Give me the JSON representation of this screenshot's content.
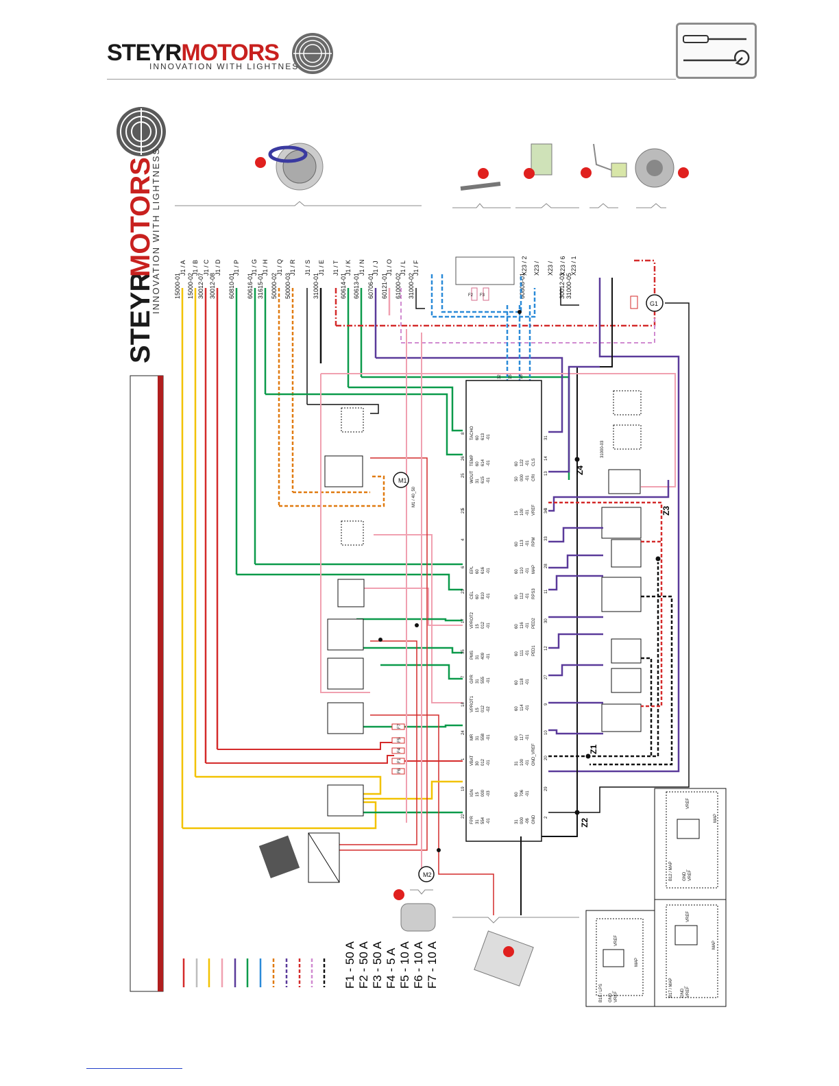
{
  "header": {
    "brand_word1": "STEYR",
    "brand_word2": "MOTORS",
    "tagline": "INNOVATION WITH LIGHTNESS"
  },
  "side_logo": {
    "word1": "STEYR",
    "word2": "MOTORS",
    "tagline": "INNOVATION WITH LIGHTNESS"
  },
  "colors": {
    "red": "#d42a2a",
    "yellow": "#f2c200",
    "green": "#0a9a4a",
    "purple": "#5a3a9a",
    "pink": "#f0a0b0",
    "blue": "#2a8ad8",
    "orange": "#e07a10",
    "black": "#111111",
    "grey": "#bdbdbd"
  },
  "wire_labels": [
    "15000-01",
    "15000-02",
    "30012-07",
    "30012-08",
    "60810-01",
    "60616-01",
    "31615-01",
    "50000-02",
    "50000-03",
    "31000-01",
    "60614-01",
    "60613-01",
    "60706-01",
    "60121-01",
    "61000-02",
    "31000-02",
    "60808-01",
    "30012-03",
    "31000-05"
  ],
  "pin_labels": [
    "J1 / A",
    "J1 / B",
    "J1 / C",
    "J1 / D",
    "J1 / P",
    "J1 / G",
    "J1 / H",
    "J1 / Q",
    "J1 / R",
    "J1 / S",
    "J1 / E",
    "J1 / T",
    "J1 / K",
    "J1 / N",
    "J1 / J",
    "J1 / O",
    "J1 / L",
    "J1 / F",
    "X23 / 2",
    "X23 /",
    "X23 /",
    "X23 / 6",
    "X23 / 1"
  ],
  "ecu_left_pins": [
    {
      "num": "8",
      "label": "TACHO",
      "l1": "60",
      "l2": "613",
      "l3": "-01"
    },
    {
      "num": "26",
      "label": "TEMP",
      "l1": "60",
      "l2": "614",
      "l3": "-01"
    },
    {
      "num": "25",
      "label": "WOUT",
      "l1": "31",
      "l2": "615",
      "l3": "-01"
    },
    {
      "num": "21",
      "label": "",
      "l1": "",
      "l2": "",
      "l3": ""
    },
    {
      "num": "5",
      "label": "",
      "l1": "",
      "l2": "",
      "l3": ""
    },
    {
      "num": "4",
      "label": "",
      "l1": "",
      "l2": "",
      "l3": ""
    },
    {
      "num": "6",
      "label": "EPL",
      "l1": "60",
      "l2": "616",
      "l3": "-01"
    },
    {
      "num": "23",
      "label": "CEL",
      "l1": "60",
      "l2": "810",
      "l3": "-01"
    },
    {
      "num": "17",
      "label": "VPROT2",
      "l1": "15",
      "l2": "012",
      "l3": "-01"
    },
    {
      "num": "35",
      "label": "PMS",
      "l1": "31",
      "l2": "409",
      "l3": "-01"
    },
    {
      "num": "7",
      "label": "GPR",
      "l1": "31",
      "l2": "555",
      "l3": "-01"
    },
    {
      "num": "18",
      "label": "VPROT1",
      "l1": "15",
      "l2": "012",
      "l3": "-02"
    },
    {
      "num": "24",
      "label": "MR",
      "l1": "31",
      "l2": "558",
      "l3": "-01"
    },
    {
      "num": "1",
      "label": "VBAT",
      "l1": "30",
      "l2": "012",
      "l3": "-01"
    },
    {
      "num": "19",
      "label": "IGN",
      "l1": "15",
      "l2": "000",
      "l3": "-03"
    },
    {
      "num": "22",
      "label": "FPR",
      "l1": "31",
      "l2": "554",
      "l3": "-01"
    }
  ],
  "ecu_right_pins": [
    {
      "num": "31",
      "label": "",
      "l1": "",
      "l2": "",
      "l3": ""
    },
    {
      "num": "14",
      "label": "CLS",
      "l1": "60",
      "l2": "122",
      "l3": "-01"
    },
    {
      "num": "13",
      "label": "CRI",
      "l1": "50",
      "l2": "000",
      "l3": "-01"
    },
    {
      "num": "34",
      "label": "",
      "l1": "",
      "l2": "",
      "l3": ""
    },
    {
      "num": "3",
      "label": "VREF",
      "l1": "15",
      "l2": "100",
      "l3": "-01"
    },
    {
      "num": "33",
      "label": "RPM",
      "l1": "60",
      "l2": "113",
      "l3": "-01"
    },
    {
      "num": "28",
      "label": "MAP",
      "l1": "60",
      "l2": "110",
      "l3": "-01"
    },
    {
      "num": "11",
      "label": "RPS3",
      "l1": "60",
      "l2": "112",
      "l3": "-01"
    },
    {
      "num": "30",
      "label": "PED2",
      "l1": "60",
      "l2": "116",
      "l3": "-01"
    },
    {
      "num": "12",
      "label": "PED1",
      "l1": "60",
      "l2": "111",
      "l3": "-01"
    },
    {
      "num": "27",
      "label": "",
      "l1": "60",
      "l2": "118",
      "l3": "-01"
    },
    {
      "num": "9",
      "label": "",
      "l1": "60",
      "l2": "114",
      "l3": "-01"
    },
    {
      "num": "10",
      "label": "",
      "l1": "60",
      "l2": "117",
      "l3": "-01"
    },
    {
      "num": "20",
      "label": "GND_VREF",
      "l1": "31",
      "l2": "100",
      "l3": "-01"
    },
    {
      "num": "29",
      "label": "",
      "l1": "60",
      "l2": "706",
      "l3": "-01"
    },
    {
      "num": "2",
      "label": "GND",
      "l1": "31",
      "l2": "000",
      "l3": "-06"
    }
  ],
  "ecu_top_pins": [
    "32",
    "15",
    "16"
  ],
  "junctions": [
    "Z1",
    "Z2",
    "Z3",
    "Z4"
  ],
  "motor_labels": {
    "m1": "M1",
    "m1_sub": "M1 / 40_50",
    "m2": "M2",
    "g1": "G1"
  },
  "fuse_small": [
    "F2",
    "F3"
  ],
  "fuse_main": [
    "F7",
    "F5",
    "F4",
    "F1",
    "F6"
  ],
  "ground_label": "31000-03",
  "fuses": [
    "F1 - 50 A",
    "F2 - 50 A",
    "F3 - 50 A",
    "F4 -   5 A",
    "F5 - 10 A",
    "F6 - 10 A",
    "F7 - 10 A"
  ],
  "inset_left": {
    "sensor": "B18 / LPS",
    "gnd": "GND_",
    "vref1": "VREF",
    "vref2": "VREF",
    "map": "MAP"
  },
  "inset_right1": {
    "sensor": "B17 / MAP",
    "gnd": "GND_",
    "vref1": "VREF",
    "vref2": "VREF",
    "map": "MAP"
  },
  "inset_right2": {
    "sensor": "B12 / MAP",
    "gnd": "GND_",
    "vref1": "VREF",
    "vref2": "VREF",
    "map": "MAP"
  }
}
